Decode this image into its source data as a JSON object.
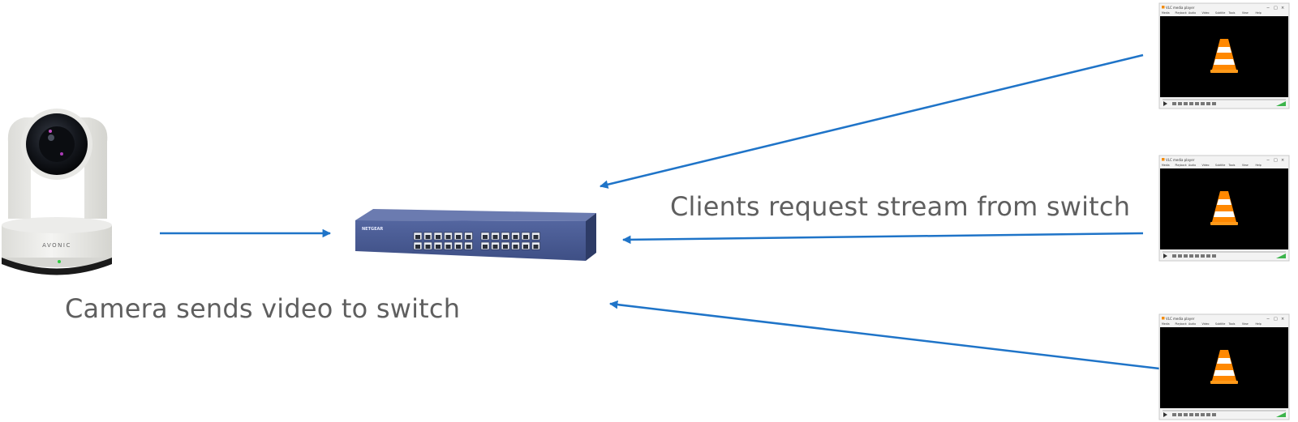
{
  "captions": {
    "camera": "Camera sends video to switch",
    "clients": "Clients request stream from switch"
  },
  "camera": {
    "brand": "AVONIC"
  },
  "switch": {
    "brand": "NETGEAR"
  },
  "players": [
    {
      "title": "VLC media player",
      "menu": [
        "Media",
        "Playback",
        "Audio",
        "Video",
        "Subtitle",
        "Tools",
        "View",
        "Help"
      ]
    },
    {
      "title": "VLC media player",
      "menu": [
        "Media",
        "Playback",
        "Audio",
        "Video",
        "Subtitle",
        "Tools",
        "View",
        "Help"
      ]
    },
    {
      "title": "VLC media player",
      "menu": [
        "Media",
        "Playback",
        "Audio",
        "Video",
        "Subtitle",
        "Tools",
        "View",
        "Help"
      ]
    }
  ],
  "colors": {
    "arrow": "#1f74c8",
    "caption": "#5f5f5f",
    "switch_body": "#3e4f85",
    "vlc_orange": "#f28c0f"
  }
}
